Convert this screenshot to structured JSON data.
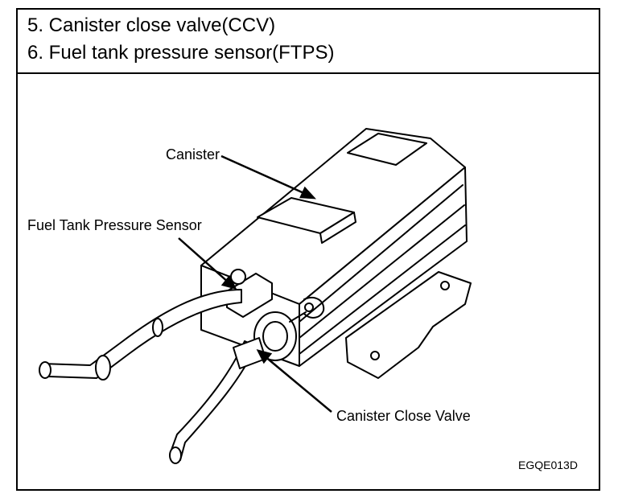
{
  "header": {
    "line1": "5. Canister close valve(CCV)",
    "line2": "6. Fuel tank pressure sensor(FTPS)"
  },
  "diagram": {
    "labels": {
      "canister": "Canister",
      "ftps": "Fuel Tank Pressure Sensor",
      "ccv": "Canister Close Valve"
    },
    "figure_code": "EGQE013D"
  }
}
